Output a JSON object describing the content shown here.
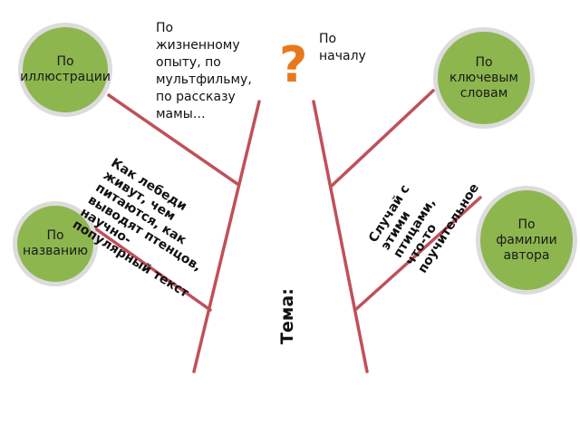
{
  "colors": {
    "bubble_fill": "#8db64f",
    "bubble_edge": "#dcdcdc",
    "line": "#c0505a",
    "question_mark": "#e8781a"
  },
  "bubbles": {
    "illustrations": "По иллюстрации",
    "keywords": "По ключевым словам",
    "title": "По названию",
    "author": "По фамилии автора"
  },
  "notes": {
    "life_experience": "По жизненному опыту, по мультфильму, по рассказу мамы…",
    "beginning": "По началу",
    "question": "?"
  },
  "rotated": {
    "swans": "Как лебеди живут, чем питаются, как выводят птенцов, научно-популярный текст",
    "case": "Случай с этими птицами, что-то поучительное"
  },
  "theme": "Тема:"
}
